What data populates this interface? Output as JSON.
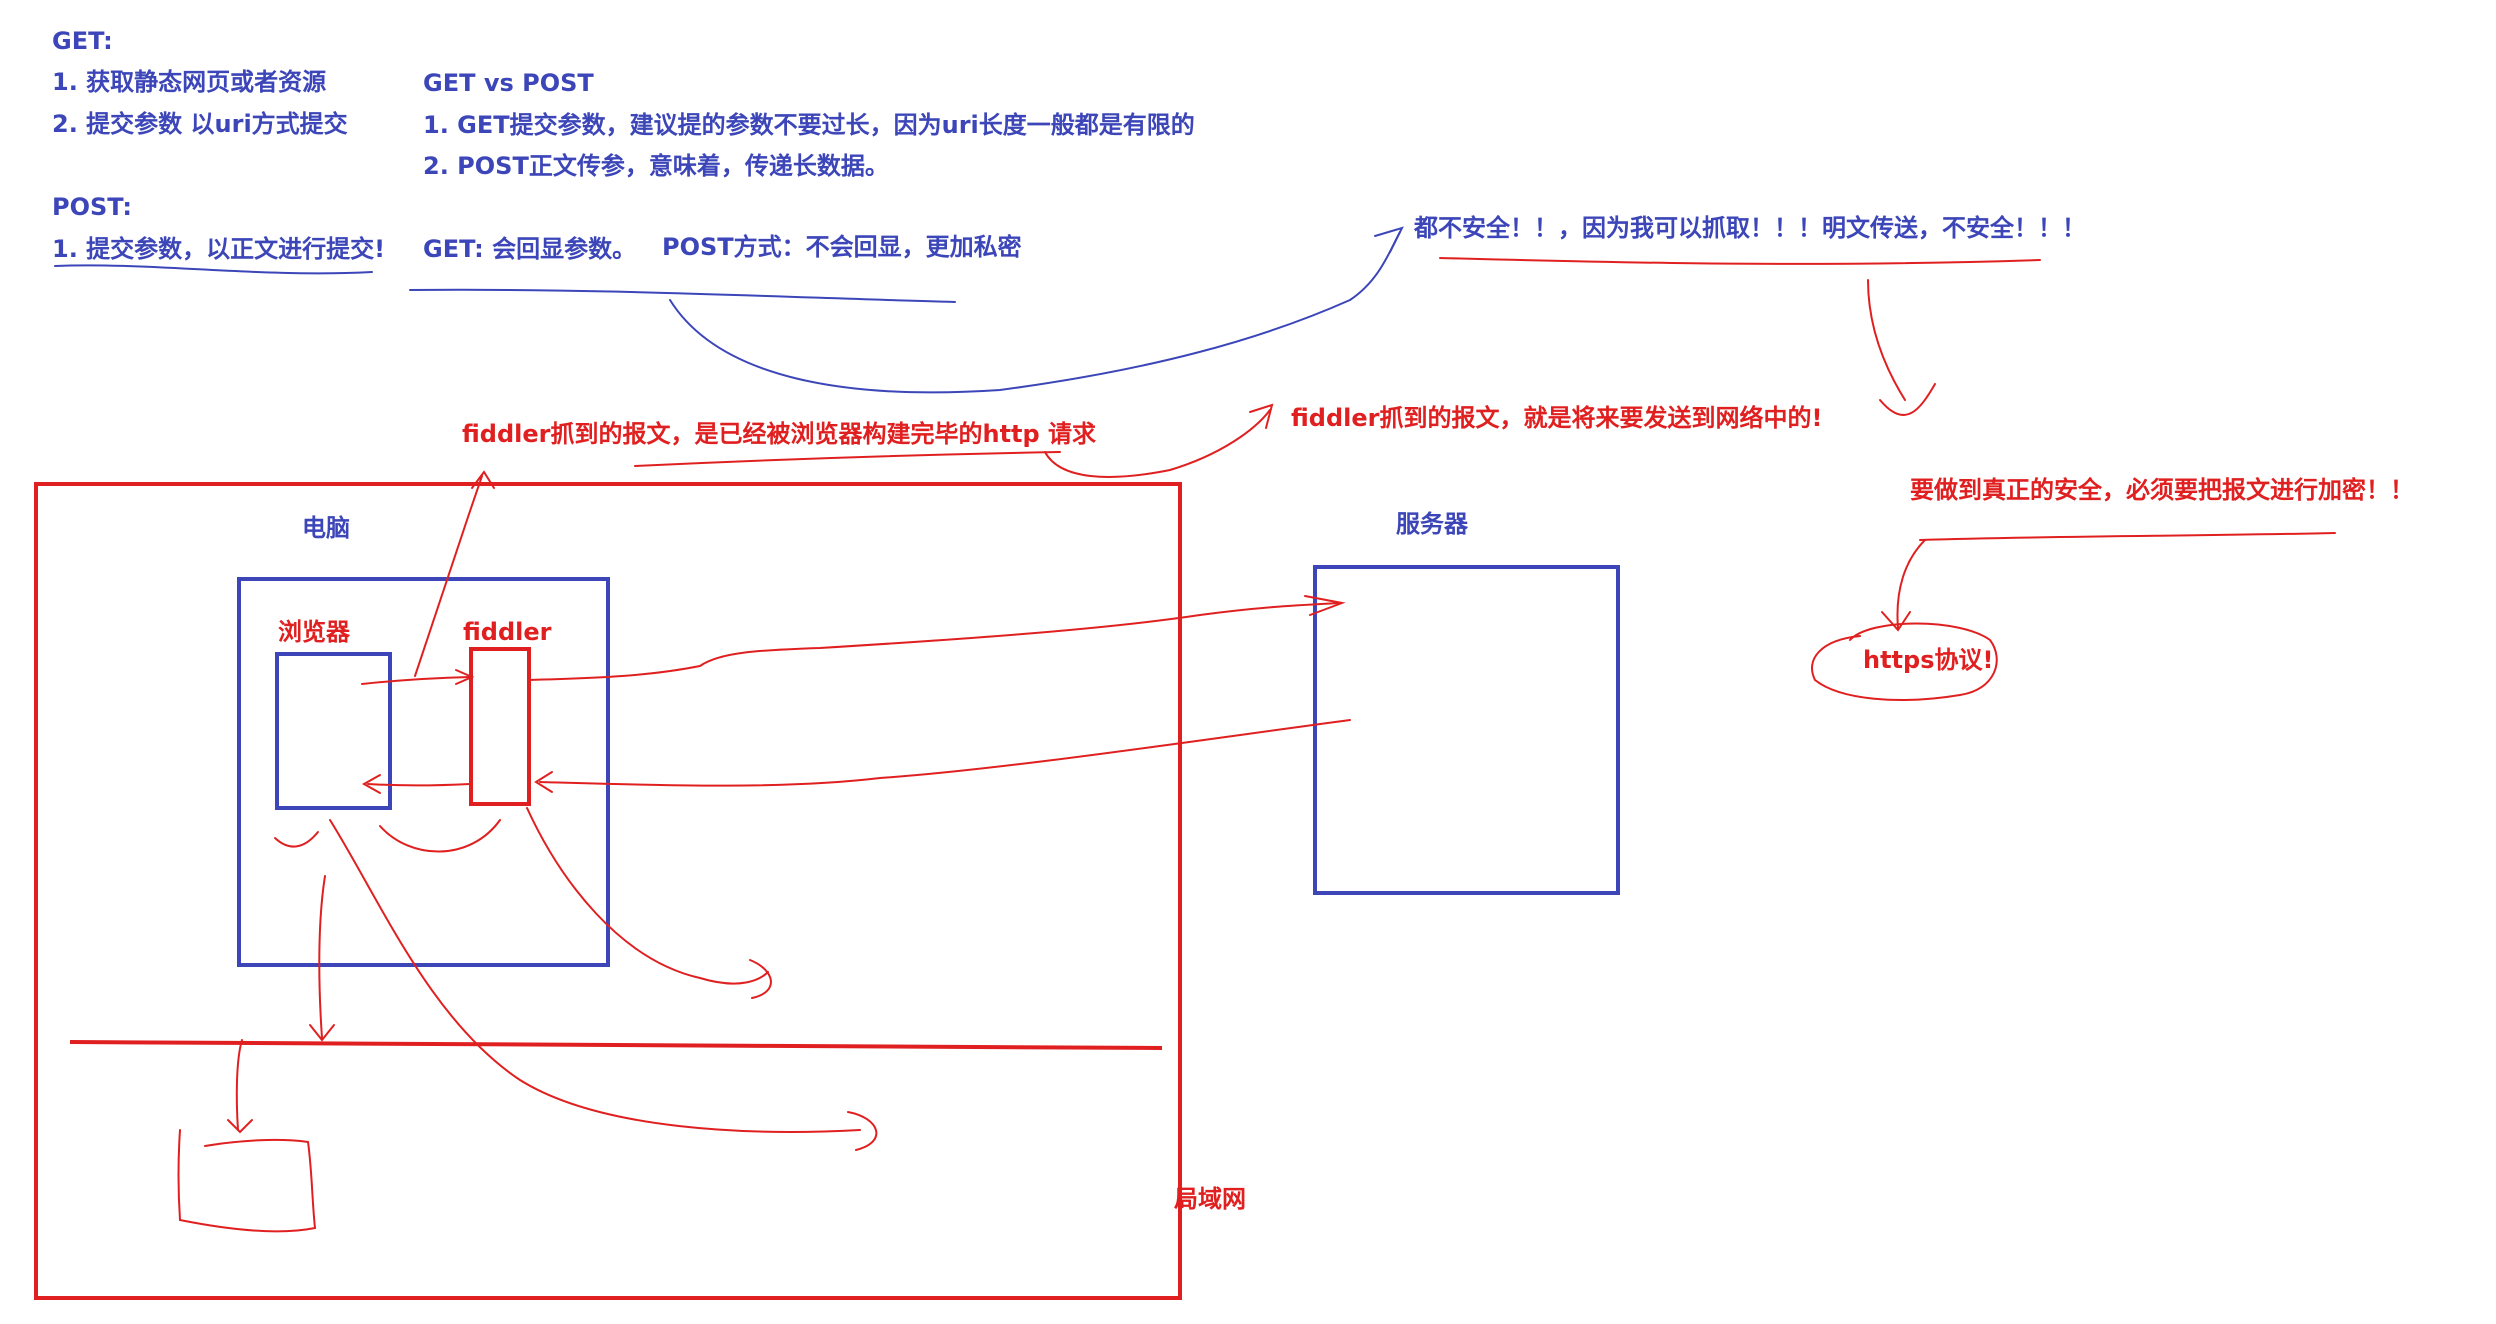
{
  "get_notes": {
    "title": "GET:",
    "item1": "1. 获取静态网页或者资源",
    "item2": "2. 提交参数 以uri方式提交"
  },
  "post_notes": {
    "title": "POST:",
    "item1": "1. 提交参数，以正文进行提交!"
  },
  "comparison": {
    "title": "GET vs POST",
    "item1": "1. GET提交参数，建议提的参数不要过长，因为uri长度一般都是有限的",
    "item2": "2. POST正文传参，意味着，传递长数据。",
    "get_echo": "GET: 会回显参数。",
    "post_echo": "POST方式：不会回显，更加私密"
  },
  "annotations": {
    "insecure": "都不安全！！，因为我可以抓取！！！明文传送，不安全！！！",
    "fiddler_built": "fiddler抓到的报文，是已经被浏览器构建完毕的http 请求",
    "fiddler_send": "fiddler抓到的报文，就是将来要发送到网络中的!",
    "need_encrypt": "要做到真正的安全，必须要把报文进行加密！！",
    "https": "https协议!"
  },
  "diagram": {
    "computer_label": "电脑",
    "browser_label": "浏览器",
    "fiddler_label": "fiddler",
    "server_label": "服务器",
    "lan_label": "局域网"
  },
  "colors": {
    "blue_ink": "#3c46b8",
    "red_ink": "#e02020"
  }
}
